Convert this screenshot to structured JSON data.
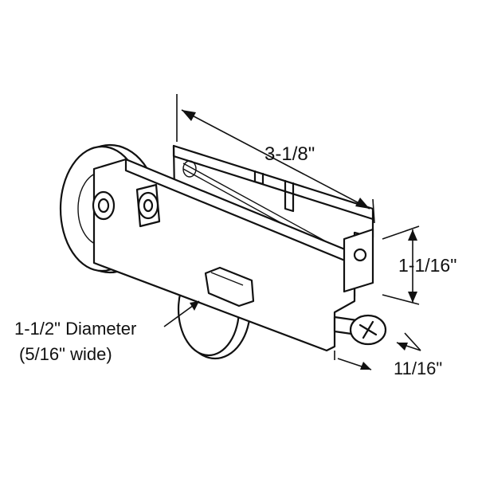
{
  "dimensions": {
    "length": "3-1/8\"",
    "height": "1-1/16\"",
    "width": "11/16\"",
    "wheel_diameter": "1-1/2\" Diameter",
    "wheel_width": "(5/16\" wide)"
  },
  "colors": {
    "ink": "#111111",
    "background": "#ffffff"
  }
}
